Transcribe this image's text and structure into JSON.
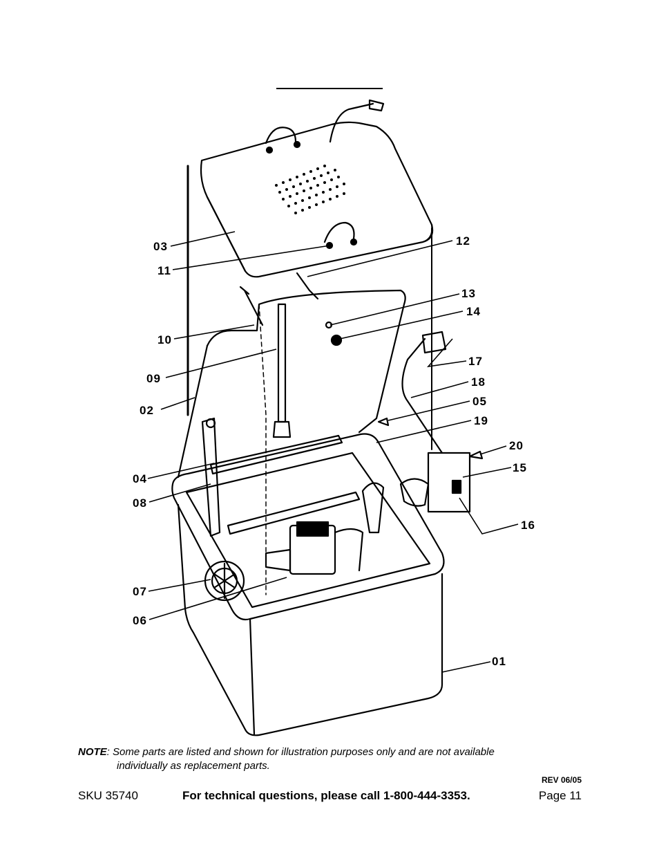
{
  "diagram": {
    "part_labels": [
      "03",
      "11",
      "12",
      "13",
      "14",
      "10",
      "09",
      "02",
      "17",
      "18",
      "05",
      "19",
      "20",
      "04",
      "08",
      "15",
      "16",
      "07",
      "06",
      "01"
    ]
  },
  "note": {
    "label": "NOTE",
    "text_line1": ": Some parts are listed and shown for illustration purposes only and are not available",
    "text_line2": "individually as replacement parts."
  },
  "revision": "REV 06/05",
  "footer": {
    "sku": "SKU 35740",
    "tech_support": "For technical questions, please call 1-800-444-3353.",
    "page": "Page 11"
  }
}
